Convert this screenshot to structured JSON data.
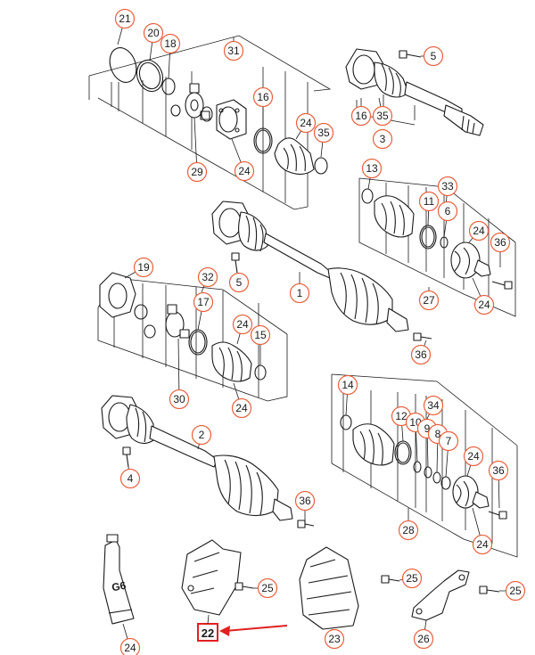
{
  "colors": {
    "callout_ring": "#e8603c",
    "highlight": "#e02020",
    "line_art": "#1a1a1a"
  },
  "callouts": [
    {
      "id": "c21a",
      "label": "21"
    },
    {
      "id": "c20",
      "label": "20"
    },
    {
      "id": "c18",
      "label": "18"
    },
    {
      "id": "c31",
      "label": "31"
    },
    {
      "id": "c5a",
      "label": "5"
    },
    {
      "id": "c16a",
      "label": "16"
    },
    {
      "id": "c24a",
      "label": "24"
    },
    {
      "id": "c35a",
      "label": "35"
    },
    {
      "id": "c16b",
      "label": "16"
    },
    {
      "id": "c35b",
      "label": "35"
    },
    {
      "id": "c3",
      "label": "3"
    },
    {
      "id": "c29",
      "label": "29"
    },
    {
      "id": "c24b",
      "label": "24"
    },
    {
      "id": "c13",
      "label": "13"
    },
    {
      "id": "c33",
      "label": "33"
    },
    {
      "id": "c11",
      "label": "11"
    },
    {
      "id": "c6",
      "label": "6"
    },
    {
      "id": "c24c",
      "label": "24"
    },
    {
      "id": "c36a",
      "label": "36"
    },
    {
      "id": "c5b",
      "label": "5"
    },
    {
      "id": "c1",
      "label": "1"
    },
    {
      "id": "c27",
      "label": "27"
    },
    {
      "id": "c24d",
      "label": "24"
    },
    {
      "id": "c19",
      "label": "19"
    },
    {
      "id": "c32",
      "label": "32"
    },
    {
      "id": "c17",
      "label": "17"
    },
    {
      "id": "c24e",
      "label": "24"
    },
    {
      "id": "c15",
      "label": "15"
    },
    {
      "id": "c36b",
      "label": "36"
    },
    {
      "id": "c30",
      "label": "30"
    },
    {
      "id": "c24f",
      "label": "24"
    },
    {
      "id": "c14",
      "label": "14"
    },
    {
      "id": "c34",
      "label": "34"
    },
    {
      "id": "c12",
      "label": "12"
    },
    {
      "id": "c10",
      "label": "10"
    },
    {
      "id": "c9",
      "label": "9"
    },
    {
      "id": "c8",
      "label": "8"
    },
    {
      "id": "c7",
      "label": "7"
    },
    {
      "id": "c24g",
      "label": "24"
    },
    {
      "id": "c36c",
      "label": "36"
    },
    {
      "id": "c2",
      "label": "2"
    },
    {
      "id": "c4",
      "label": "4"
    },
    {
      "id": "c36d",
      "label": "36"
    },
    {
      "id": "c28",
      "label": "28"
    },
    {
      "id": "c24h",
      "label": "24"
    },
    {
      "id": "c25a",
      "label": "25"
    },
    {
      "id": "c25b",
      "label": "25"
    },
    {
      "id": "c25c",
      "label": "25"
    },
    {
      "id": "c24i",
      "label": "24"
    },
    {
      "id": "c23",
      "label": "23"
    },
    {
      "id": "c26",
      "label": "26"
    }
  ],
  "highlighted": {
    "label": "22"
  },
  "grease_tube_text": "G6"
}
